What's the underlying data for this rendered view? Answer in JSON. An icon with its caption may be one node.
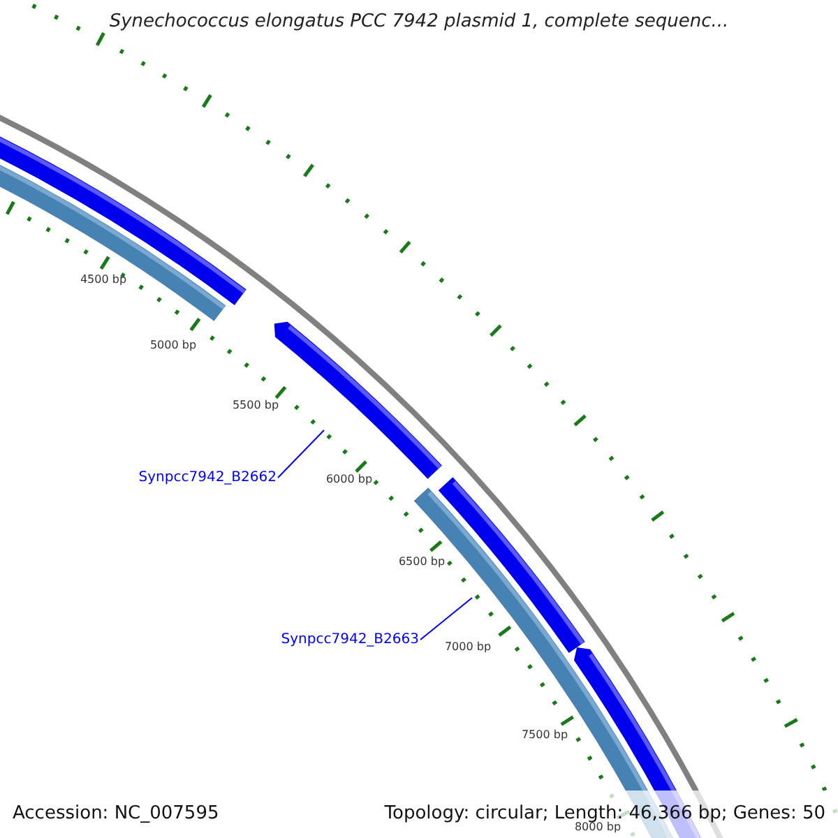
{
  "diagram": {
    "title": "Synechococcus elongatus PCC 7942 plasmid 1, complete sequenc...",
    "nodes": [
      {
        "text": [
          "Synpcc7942_B2662"
        ]
      },
      {
        "text": [
          "Synpcc7942_B2663"
        ]
      }
    ],
    "edges": [
      {
        "from": 0,
        "to": null,
        "arrow": "none"
      },
      {
        "from": 1,
        "to": null,
        "arrow": "none"
      }
    ],
    "labels": [
      "4500 bp",
      "5000 bp",
      "5500 bp",
      "6000 bp",
      "6500 bp",
      "7000 bp",
      "7500 bp",
      "8000 bp",
      "Accession: NC_007595",
      "Topology: circular; Length: 46,366 bp; Genes: 50"
    ]
  }
}
